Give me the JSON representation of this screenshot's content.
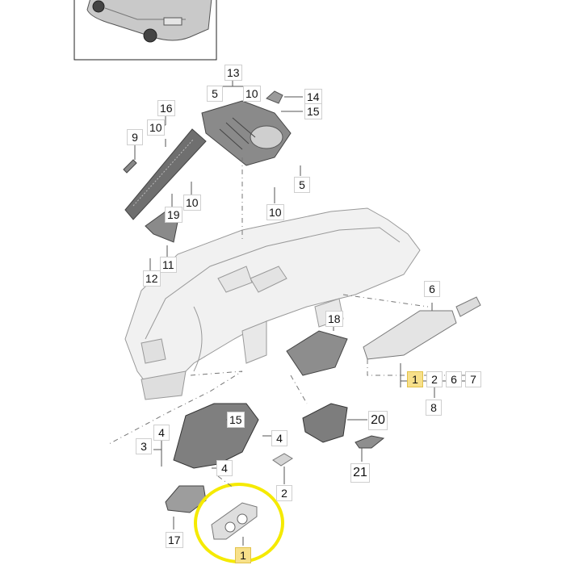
{
  "diagram": {
    "highlight_color": "#fff200",
    "callouts": {
      "c13": "13",
      "c13_5": "5",
      "c13_10": "10",
      "c14": "14",
      "c15a": "15",
      "c16": "16",
      "c16_10": "10",
      "c9": "9",
      "c10a": "10",
      "c10b": "10",
      "c5": "5",
      "c19": "19",
      "c11": "11",
      "c12": "12",
      "c6": "6",
      "c18": "18",
      "c1a": "1",
      "c2a": "2",
      "c6b": "6",
      "c7": "7",
      "c8": "8",
      "c20": "20",
      "c21": "21",
      "c15b": "15",
      "c4a": "4",
      "c4b": "4",
      "c3": "3",
      "c4c": "4",
      "c2b": "2",
      "c17": "17",
      "c1b": "1"
    }
  }
}
